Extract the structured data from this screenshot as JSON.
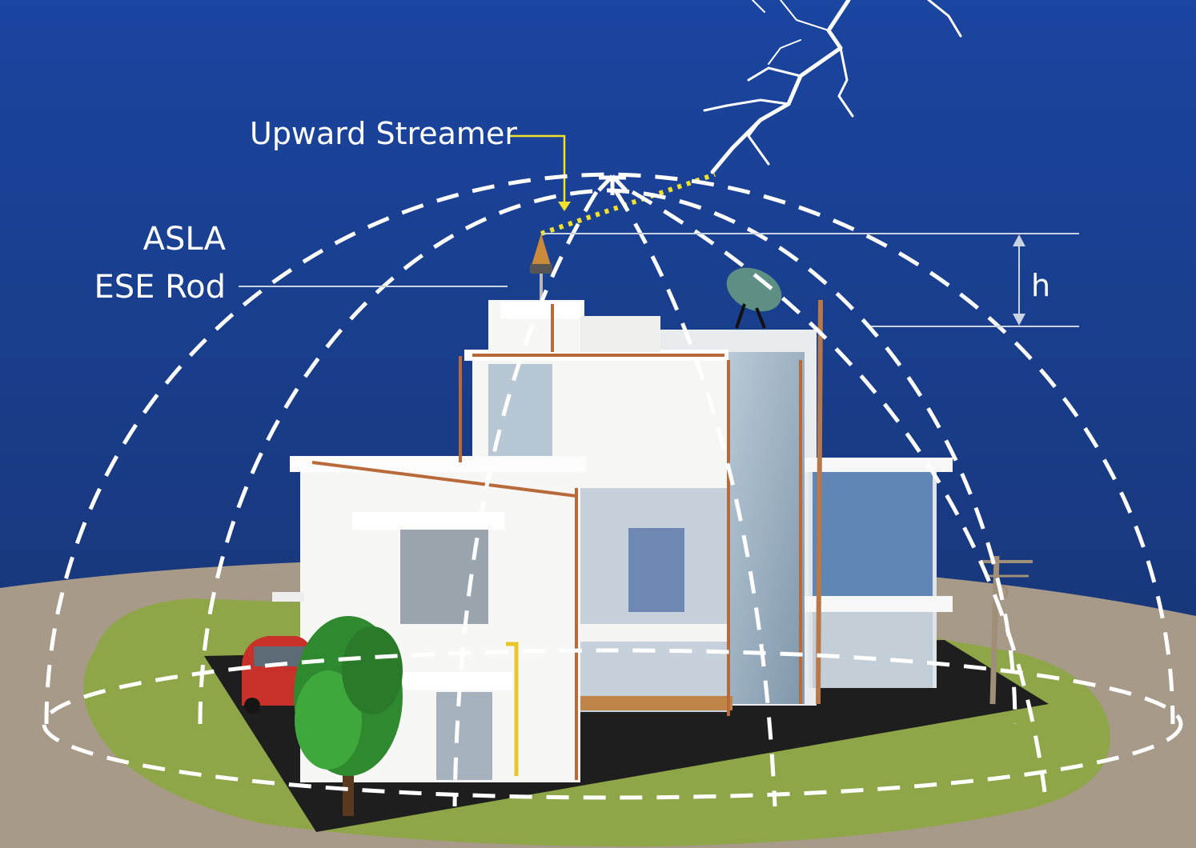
{
  "labels": {
    "upward_streamer": "Upward Streamer",
    "product_line1": "ASLA",
    "product_line2": "ESE Rod",
    "height_symbol": "h"
  },
  "colors": {
    "sky_top": "#1a45a0",
    "sky_bottom": "#18336e",
    "ground": "#a89a88",
    "lawn": "#8ea648",
    "streamer_leader": "#f2e12a",
    "protection_zone": "#ffffff",
    "building_wall": "#f4f4f2",
    "conductor": "#b86a3a"
  },
  "icons": {
    "strike": "lightning-bolt-icon",
    "terminal": "ese-lightning-rod-icon",
    "dish": "satellite-dish-icon",
    "tree": "tree-icon",
    "car": "car-icon",
    "pole": "utility-pole-icon"
  }
}
